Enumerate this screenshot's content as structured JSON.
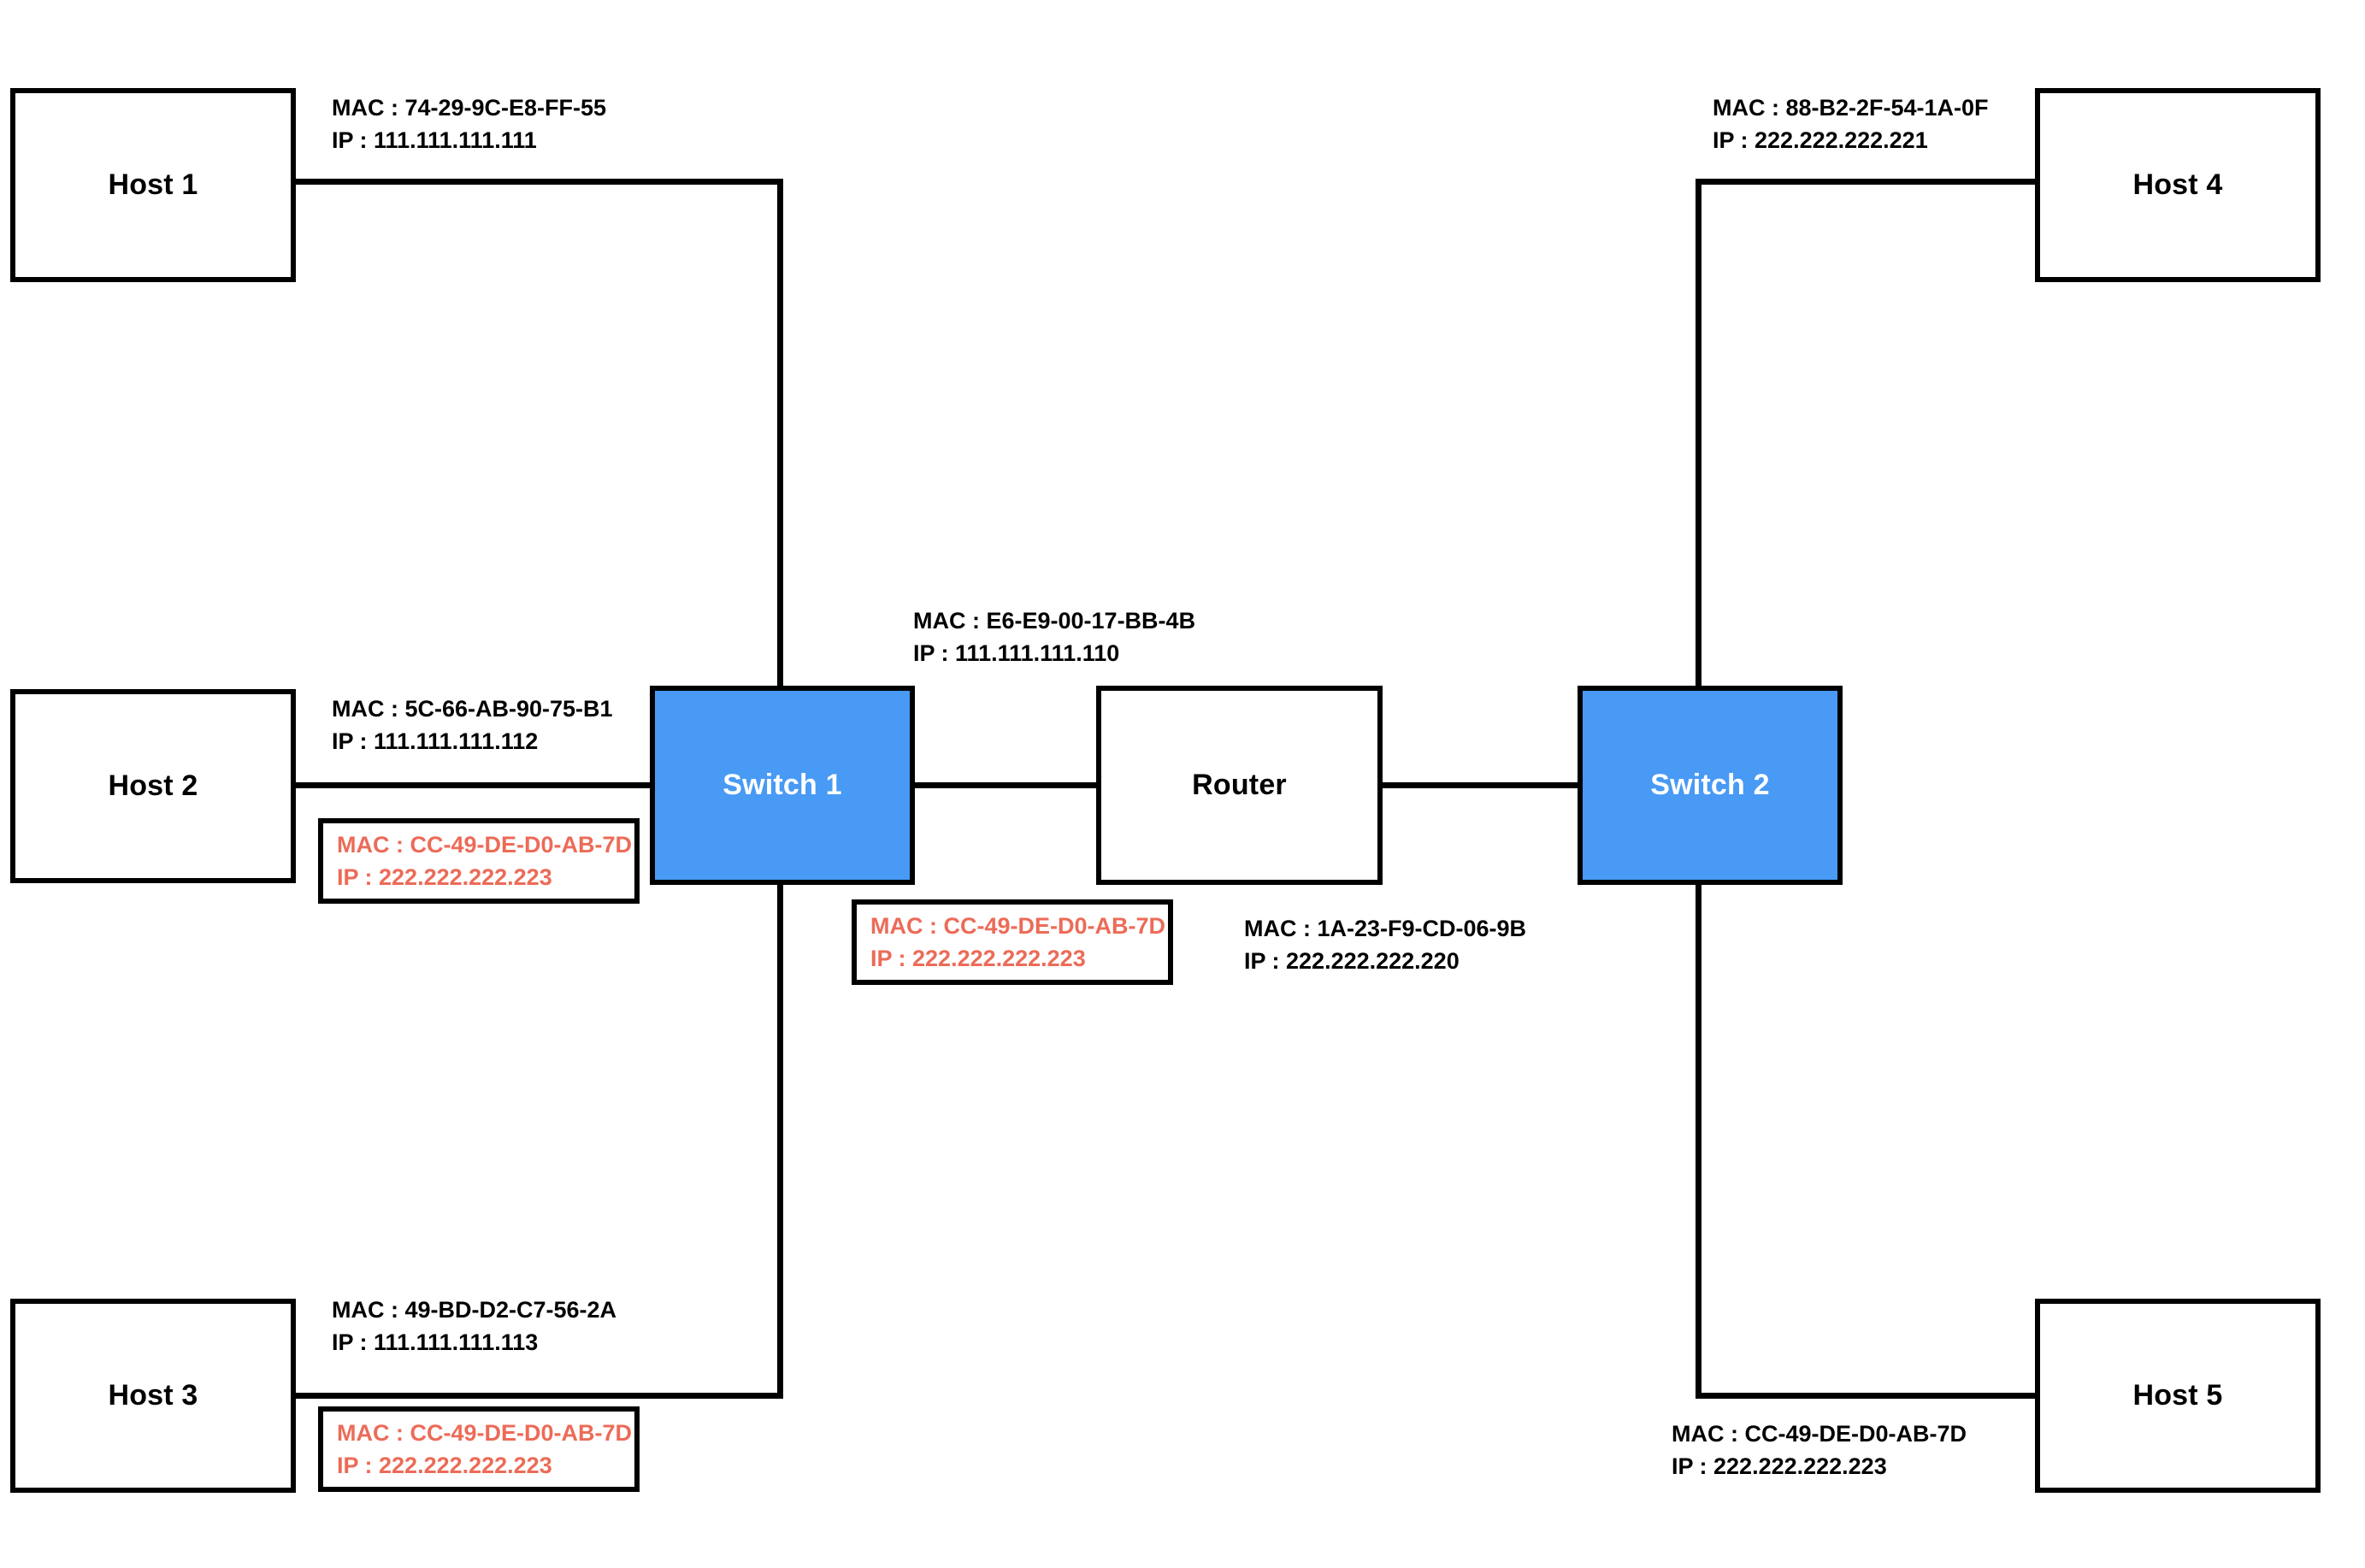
{
  "diagram": {
    "title": "Network topology with two switches and a router",
    "colors": {
      "switch_fill": "#489af4",
      "spoofed_text": "#ec6b58",
      "line": "#000000",
      "background": "#ffffff"
    },
    "nodes": [
      {
        "id": "host1",
        "label": "Host 1"
      },
      {
        "id": "host2",
        "label": "Host 2"
      },
      {
        "id": "host3",
        "label": "Host 3"
      },
      {
        "id": "host4",
        "label": "Host 4"
      },
      {
        "id": "host5",
        "label": "Host 5"
      },
      {
        "id": "switch1",
        "label": "Switch 1"
      },
      {
        "id": "switch2",
        "label": "Switch 2"
      },
      {
        "id": "router",
        "label": "Router"
      }
    ],
    "annotations": [
      {
        "id": "host1-info",
        "for": "host1",
        "mac": "MAC : 74-29-9C-E8-FF-55",
        "ip": "IP : 111.111.111.111"
      },
      {
        "id": "host2-info",
        "for": "host2",
        "mac": "MAC : 5C-66-AB-90-75-B1",
        "ip": "IP : 111.111.111.112"
      },
      {
        "id": "host3-info",
        "for": "host3",
        "mac": "MAC : 49-BD-D2-C7-56-2A",
        "ip": "IP : 111.111.111.113"
      },
      {
        "id": "host4-info",
        "for": "host4",
        "mac": "MAC : 88-B2-2F-54-1A-0F",
        "ip": "IP : 222.222.222.221"
      },
      {
        "id": "host5-info",
        "for": "host5",
        "mac": "MAC : CC-49-DE-D0-AB-7D",
        "ip": "IP : 222.222.222.223"
      },
      {
        "id": "switch1-info",
        "for": "switch1",
        "mac": "MAC : E6-E9-00-17-BB-4B",
        "ip": "IP : 111.111.111.110"
      },
      {
        "id": "router-info",
        "for": "router",
        "mac": "MAC : 1A-23-F9-CD-06-9B",
        "ip": "IP : 222.222.222.220"
      }
    ],
    "callouts": [
      {
        "id": "host2-spoof",
        "for": "host2",
        "mac": "MAC : CC-49-DE-D0-AB-7D",
        "ip": "IP : 222.222.222.223"
      },
      {
        "id": "switch1-spoof",
        "for": "switch1",
        "mac": "MAC : CC-49-DE-D0-AB-7D",
        "ip": "IP : 222.222.222.223"
      },
      {
        "id": "host3-spoof",
        "for": "host3",
        "mac": "MAC : CC-49-DE-D0-AB-7D",
        "ip": "IP : 222.222.222.223"
      }
    ],
    "links": [
      {
        "from": "host1",
        "to": "switch1"
      },
      {
        "from": "host2",
        "to": "switch1"
      },
      {
        "from": "host3",
        "to": "switch1"
      },
      {
        "from": "switch1",
        "to": "router"
      },
      {
        "from": "router",
        "to": "switch2"
      },
      {
        "from": "switch2",
        "to": "host4"
      },
      {
        "from": "switch2",
        "to": "host5"
      }
    ]
  }
}
